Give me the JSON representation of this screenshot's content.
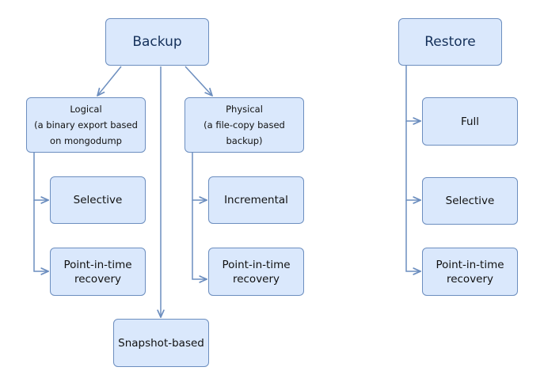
{
  "colors": {
    "node_fill": "#dae8fc",
    "node_border": "#6c8ebf",
    "edge": "#6c8ebf",
    "title_text": "#14305a"
  },
  "nodes": {
    "backup": "Backup",
    "restore": "Restore",
    "logical": {
      "line1": "Logical",
      "line2": "(a binary export based",
      "line3": "on mongodump"
    },
    "physical": {
      "line1": "Physical",
      "line2": "(a file-copy based",
      "line3": "backup)"
    },
    "logical_selective": "Selective",
    "logical_pitr": "Point-in-time recovery",
    "physical_incremental": "Incremental",
    "physical_pitr": "Point-in-time recovery",
    "snapshot": "Snapshot-based",
    "restore_full": "Full",
    "restore_selective": "Selective",
    "restore_pitr": "Point-in-time recovery"
  }
}
